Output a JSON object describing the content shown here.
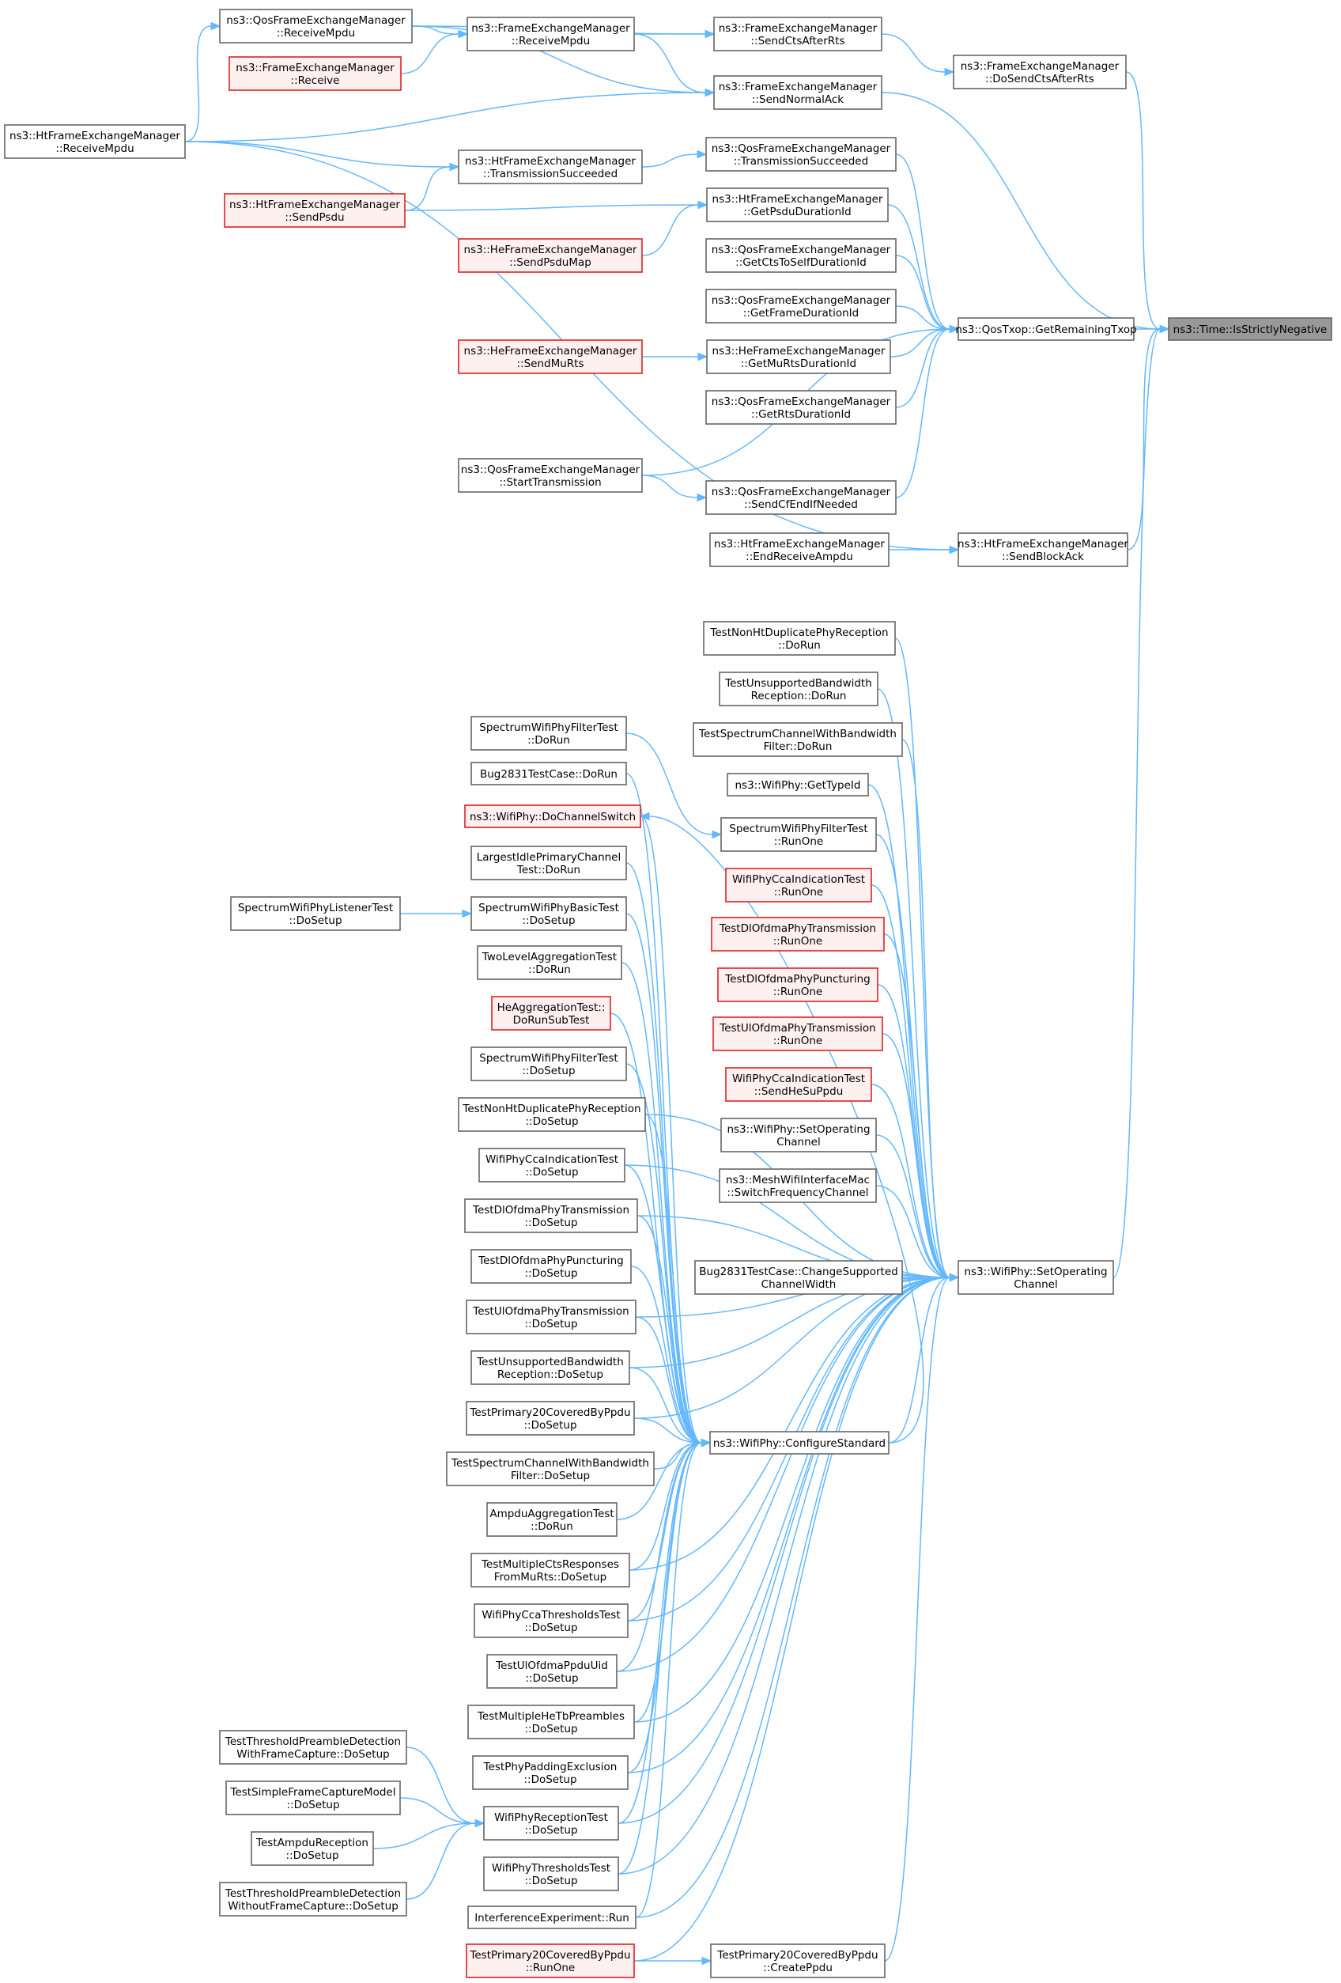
{
  "colors": {
    "edge": "#63b8ff",
    "node_border": "#666666",
    "node_fill": "#ffffff",
    "highlight_border": "#e02020",
    "highlight_fill": "#fff0f0",
    "target_fill": "#999999"
  },
  "nodes": [
    {
      "id": "target",
      "lines": [
        "ns3::Time::IsStrictlyNegative"
      ],
      "style": "target"
    },
    {
      "id": "dosendcts",
      "lines": [
        "ns3::FrameExchangeManager",
        "::DoSendCtsAfterRts"
      ]
    },
    {
      "id": "sendcts",
      "lines": [
        "ns3::FrameExchangeManager",
        "::SendCtsAfterRts"
      ]
    },
    {
      "id": "fem_recvmpdu",
      "lines": [
        "ns3::FrameExchangeManager",
        "::ReceiveMpdu"
      ]
    },
    {
      "id": "qfem_recvmpdu",
      "lines": [
        "ns3::QosFrameExchangeManager",
        "::ReceiveMpdu"
      ]
    },
    {
      "id": "fem_receive",
      "lines": [
        "ns3::FrameExchangeManager",
        "::Receive"
      ],
      "style": "red"
    },
    {
      "id": "sendnormalack",
      "lines": [
        "ns3::FrameExchangeManager",
        "::SendNormalAck"
      ]
    },
    {
      "id": "htfem_recvmpdu",
      "lines": [
        "ns3::HtFrameExchangeManager",
        "::ReceiveMpdu"
      ]
    },
    {
      "id": "ht_txsucc",
      "lines": [
        "ns3::HtFrameExchangeManager",
        "::TransmissionSucceeded"
      ]
    },
    {
      "id": "qos_txsucc",
      "lines": [
        "ns3::QosFrameExchangeManager",
        "::TransmissionSucceeded"
      ]
    },
    {
      "id": "ht_sendpsdu",
      "lines": [
        "ns3::HtFrameExchangeManager",
        "::SendPsdu"
      ],
      "style": "red"
    },
    {
      "id": "ht_getpsdudur",
      "lines": [
        "ns3::HtFrameExchangeManager",
        "::GetPsduDurationId"
      ]
    },
    {
      "id": "he_sendpsdumap",
      "lines": [
        "ns3::HeFrameExchangeManager",
        "::SendPsduMap"
      ],
      "style": "red"
    },
    {
      "id": "qos_getcts",
      "lines": [
        "ns3::QosFrameExchangeManager",
        "::GetCtsToSelfDurationId"
      ]
    },
    {
      "id": "qos_getframe",
      "lines": [
        "ns3::QosFrameExchangeManager",
        "::GetFrameDurationId"
      ]
    },
    {
      "id": "remtxop",
      "lines": [
        "ns3::QosTxop::GetRemainingTxop"
      ]
    },
    {
      "id": "he_sendmurts",
      "lines": [
        "ns3::HeFrameExchangeManager",
        "::SendMuRts"
      ],
      "style": "red"
    },
    {
      "id": "he_getmurts",
      "lines": [
        "ns3::HeFrameExchangeManager",
        "::GetMuRtsDurationId"
      ]
    },
    {
      "id": "qos_getrts",
      "lines": [
        "ns3::QosFrameExchangeManager",
        "::GetRtsDurationId"
      ]
    },
    {
      "id": "qos_starttx",
      "lines": [
        "ns3::QosFrameExchangeManager",
        "::StartTransmission"
      ]
    },
    {
      "id": "qos_sendcfend",
      "lines": [
        "ns3::QosFrameExchangeManager",
        "::SendCfEndIfNeeded"
      ]
    },
    {
      "id": "ht_endrecv",
      "lines": [
        "ns3::HtFrameExchangeManager",
        "::EndReceiveAmpdu"
      ]
    },
    {
      "id": "ht_sendba",
      "lines": [
        "ns3::HtFrameExchangeManager",
        "::SendBlockAck"
      ]
    },
    {
      "id": "r_nonht",
      "lines": [
        "TestNonHtDuplicatePhyReception",
        "::DoRun"
      ]
    },
    {
      "id": "r_unsupbw",
      "lines": [
        "TestUnsupportedBandwidth",
        "Reception::DoRun"
      ]
    },
    {
      "id": "r_specbwfilter",
      "lines": [
        "TestSpectrumChannelWithBandwidth",
        "Filter::DoRun"
      ]
    },
    {
      "id": "r_gettypeid",
      "lines": [
        "ns3::WifiPhy::GetTypeId"
      ]
    },
    {
      "id": "r_specfilter_runone",
      "lines": [
        "SpectrumWifiPhyFilterTest",
        "::RunOne"
      ]
    },
    {
      "id": "r_cca_runone",
      "lines": [
        "WifiPhyCcaIndicationTest",
        "::RunOne"
      ],
      "style": "red"
    },
    {
      "id": "r_dlofdma_runone",
      "lines": [
        "TestDlOfdmaPhyTransmission",
        "::RunOne"
      ],
      "style": "red"
    },
    {
      "id": "r_dlpunct_runone",
      "lines": [
        "TestDlOfdmaPhyPuncturing",
        "::RunOne"
      ],
      "style": "red"
    },
    {
      "id": "r_ulofdma_runone",
      "lines": [
        "TestUlOfdmaPhyTransmission",
        "::RunOne"
      ],
      "style": "red"
    },
    {
      "id": "r_cca_sendhesu",
      "lines": [
        "WifiPhyCcaIndicationTest",
        "::SendHeSuPpdu"
      ],
      "style": "red"
    },
    {
      "id": "r_setopch",
      "lines": [
        "ns3::WifiPhy::SetOperating",
        "Channel"
      ]
    },
    {
      "id": "r_meshswitch",
      "lines": [
        "ns3::MeshWifiInterfaceMac",
        "::SwitchFrequencyChannel"
      ]
    },
    {
      "id": "bug_change",
      "lines": [
        "Bug2831TestCase::ChangeSupported",
        "ChannelWidth"
      ]
    },
    {
      "id": "setopch",
      "lines": [
        "ns3::WifiPhy::SetOperating",
        "Channel"
      ]
    },
    {
      "id": "l_specfilter_dorun",
      "lines": [
        "SpectrumWifiPhyFilterTest",
        "::DoRun"
      ]
    },
    {
      "id": "l_bug_dorun",
      "lines": [
        "Bug2831TestCase::DoRun"
      ]
    },
    {
      "id": "l_dochswitch",
      "lines": [
        "ns3::WifiPhy::DoChannelSwitch"
      ],
      "style": "red"
    },
    {
      "id": "l_largestidle",
      "lines": [
        "LargestIdlePrimaryChannel",
        "Test::DoRun"
      ]
    },
    {
      "id": "l_specbasic",
      "lines": [
        "SpectrumWifiPhyBasicTest",
        "::DoSetup"
      ]
    },
    {
      "id": "l_speclistener",
      "lines": [
        "SpectrumWifiPhyListenerTest",
        "::DoSetup"
      ]
    },
    {
      "id": "l_twolevel",
      "lines": [
        "TwoLevelAggregationTest",
        "::DoRun"
      ]
    },
    {
      "id": "l_heaggr",
      "lines": [
        "HeAggregationTest::",
        "DoRunSubTest"
      ],
      "style": "red"
    },
    {
      "id": "l_specfilter_setup",
      "lines": [
        "SpectrumWifiPhyFilterTest",
        "::DoSetup"
      ]
    },
    {
      "id": "l_nonht_setup",
      "lines": [
        "TestNonHtDuplicatePhyReception",
        "::DoSetup"
      ]
    },
    {
      "id": "l_cca_setup",
      "lines": [
        "WifiPhyCcaIndicationTest",
        "::DoSetup"
      ]
    },
    {
      "id": "l_dlofdma_setup",
      "lines": [
        "TestDlOfdmaPhyTransmission",
        "::DoSetup"
      ]
    },
    {
      "id": "l_dlpunct_setup",
      "lines": [
        "TestDlOfdmaPhyPuncturing",
        "::DoSetup"
      ]
    },
    {
      "id": "l_ulofdma_setup",
      "lines": [
        "TestUlOfdmaPhyTransmission",
        "::DoSetup"
      ]
    },
    {
      "id": "l_unsupbw_setup",
      "lines": [
        "TestUnsupportedBandwidth",
        "Reception::DoSetup"
      ]
    },
    {
      "id": "l_p20_setup",
      "lines": [
        "TestPrimary20CoveredByPpdu",
        "::DoSetup"
      ]
    },
    {
      "id": "l_specbw_setup",
      "lines": [
        "TestSpectrumChannelWithBandwidth",
        "Filter::DoSetup"
      ]
    },
    {
      "id": "configstd",
      "lines": [
        "ns3::WifiPhy::ConfigureStandard"
      ]
    },
    {
      "id": "l_ampdu_dorun",
      "lines": [
        "AmpduAggregationTest",
        "::DoRun"
      ]
    },
    {
      "id": "l_multicts",
      "lines": [
        "TestMultipleCtsResponses",
        "FromMuRts::DoSetup"
      ]
    },
    {
      "id": "l_ccathr",
      "lines": [
        "WifiPhyCcaThresholdsTest",
        "::DoSetup"
      ]
    },
    {
      "id": "l_ulppduuid",
      "lines": [
        "TestUlOfdmaPpduUid",
        "::DoSetup"
      ]
    },
    {
      "id": "l_multihetb",
      "lines": [
        "TestMultipleHeTbPreambles",
        "::DoSetup"
      ]
    },
    {
      "id": "l_padding",
      "lines": [
        "TestPhyPaddingExclusion",
        "::DoSetup"
      ]
    },
    {
      "id": "l_recvtest",
      "lines": [
        "WifiPhyReceptionTest",
        "::DoSetup"
      ]
    },
    {
      "id": "l_thrpreamble_with",
      "lines": [
        "TestThresholdPreambleDetection",
        "WithFrameCapture::DoSetup"
      ]
    },
    {
      "id": "l_simplecapture",
      "lines": [
        "TestSimpleFrameCaptureModel",
        "::DoSetup"
      ]
    },
    {
      "id": "l_ampdurecv",
      "lines": [
        "TestAmpduReception",
        "::DoSetup"
      ]
    },
    {
      "id": "l_thrpreamble_without",
      "lines": [
        "TestThresholdPreambleDetection",
        "WithoutFrameCapture::DoSetup"
      ]
    },
    {
      "id": "l_phythr",
      "lines": [
        "WifiPhyThresholdsTest",
        "::DoSetup"
      ]
    },
    {
      "id": "l_interf",
      "lines": [
        "InterferenceExperiment::Run"
      ]
    },
    {
      "id": "l_p20_runone",
      "lines": [
        "TestPrimary20CoveredByPpdu",
        "::RunOne"
      ],
      "style": "red"
    },
    {
      "id": "p20_createppdu",
      "lines": [
        "TestPrimary20CoveredByPpdu",
        "::CreatePpdu"
      ]
    }
  ]
}
